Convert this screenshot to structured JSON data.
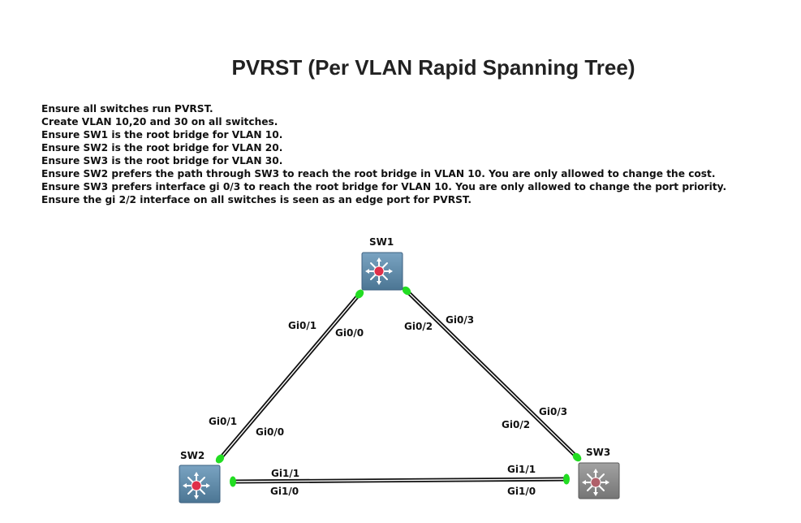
{
  "title": "PVRST (Per VLAN Rapid Spanning Tree)",
  "tasks": [
    "Ensure all switches run PVRST.",
    "Create VLAN 10,20 and 30 on all switches.",
    "Ensure SW1 is the root bridge for VLAN 10.",
    "Ensure SW2 is the root bridge for VLAN 20.",
    "Ensure SW3 is the root bridge for VLAN 30.",
    "Ensure SW2 prefers the path through SW3 to reach the root bridge in VLAN 10. You are only allowed to change the cost.",
    "Ensure SW3 prefers interface gi 0/3 to reach the root bridge for VLAN 10. You are only allowed to change the port priority.",
    "Ensure the gi 2/2 interface on all switches is seen as an edge port for PVRST."
  ],
  "devices": {
    "sw1": "SW1",
    "sw2": "SW2",
    "sw3": "SW3"
  },
  "interfaces": {
    "sw1_gi01": "Gi0/1",
    "sw1_gi00": "Gi0/0",
    "sw1_gi02": "Gi0/2",
    "sw1_gi03": "Gi0/3",
    "sw2_gi01": "Gi0/1",
    "sw2_gi00": "Gi0/0",
    "sw2_gi11": "Gi1/1",
    "sw2_gi10": "Gi1/0",
    "sw3_gi03": "Gi0/3",
    "sw3_gi02": "Gi0/2",
    "sw3_gi11": "Gi1/1",
    "sw3_gi10": "Gi1/0"
  },
  "colors": {
    "link_status": "#22dd22",
    "switch_body": "#5e88a8",
    "switch_body_alt": "#8a8a8a",
    "switch_core": "#e0304a"
  }
}
